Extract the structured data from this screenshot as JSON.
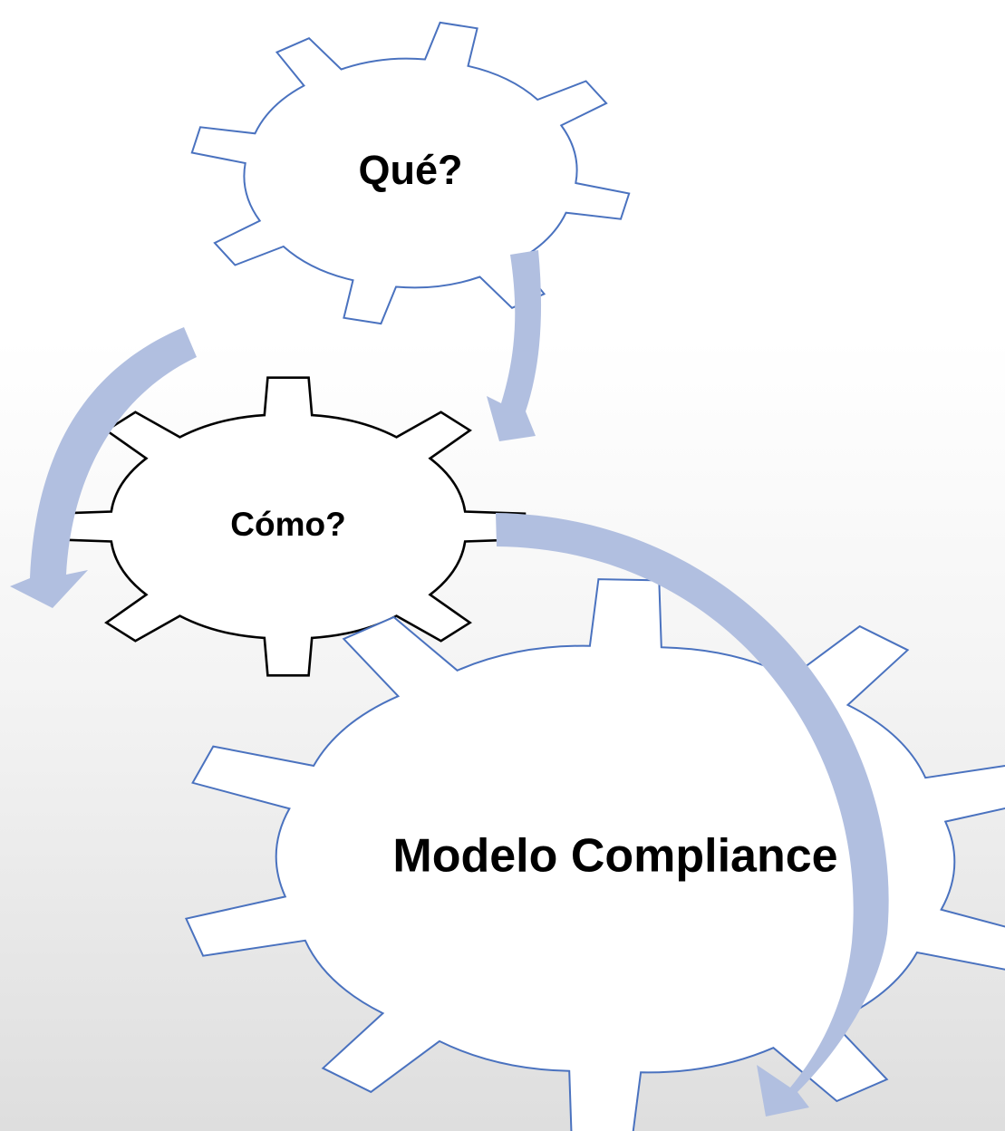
{
  "gears": [
    {
      "id": "que",
      "label": "Qué?"
    },
    {
      "id": "como",
      "label": "Cómo?"
    },
    {
      "id": "modelo",
      "label": "Modelo Compliance"
    }
  ],
  "flow_arrows": [
    {
      "from": "que",
      "to": "como"
    },
    {
      "from": "como",
      "to": "left-exit"
    },
    {
      "from": "como",
      "to": "modelo"
    }
  ],
  "colors": {
    "gear_outline_blue": "#4a72bf",
    "gear_outline_black": "#000000",
    "arrow_fill": "#b1bfe0",
    "background_top": "#ffffff",
    "background_bottom": "#dedede"
  }
}
